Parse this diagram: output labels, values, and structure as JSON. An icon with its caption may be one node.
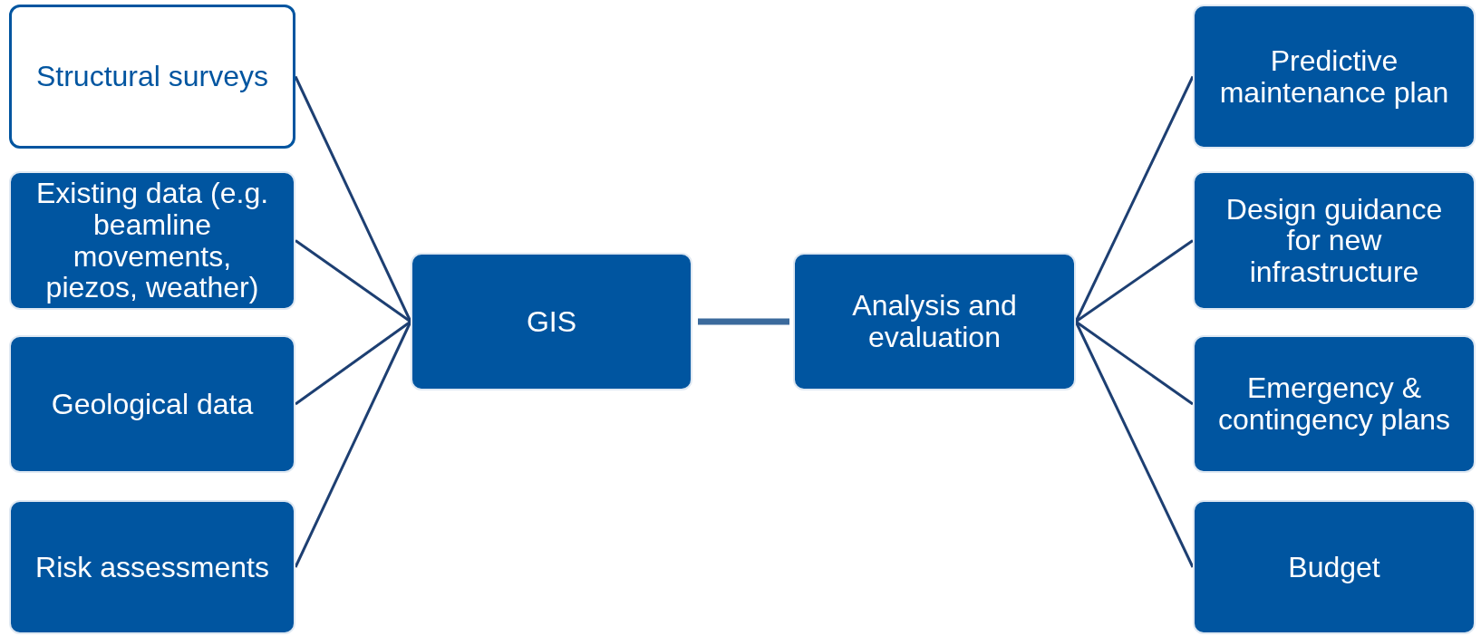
{
  "diagram": {
    "nodes": [
      {
        "text": [
          "Structural surveys"
        ]
      },
      {
        "text": [
          "Existing data (e.g. beamline movements, piezos, weather)"
        ]
      },
      {
        "text": [
          "Geological data"
        ]
      },
      {
        "text": [
          "Risk assessments"
        ]
      },
      {
        "text": [
          "GIS"
        ]
      },
      {
        "text": [
          "Analysis and evaluation"
        ]
      },
      {
        "text": [
          "Predictive maintenance plan"
        ]
      },
      {
        "text": [
          "Design guidance for new infrastructure"
        ]
      },
      {
        "text": [
          "Emergency & contingency plans"
        ]
      },
      {
        "text": [
          "Budget"
        ]
      }
    ],
    "edges": [
      {
        "from": 0,
        "to": 4,
        "arrow": "none"
      },
      {
        "from": 1,
        "to": 4,
        "arrow": "none"
      },
      {
        "from": 2,
        "to": 4,
        "arrow": "none"
      },
      {
        "from": 3,
        "to": 4,
        "arrow": "none"
      },
      {
        "from": 4,
        "to": 5,
        "arrow": "none",
        "style": "thick",
        "color": "#3b6a9c"
      },
      {
        "from": 5,
        "to": 6,
        "arrow": "none"
      },
      {
        "from": 5,
        "to": 7,
        "arrow": "none"
      },
      {
        "from": 5,
        "to": 8,
        "arrow": "none"
      },
      {
        "from": 5,
        "to": 9,
        "arrow": "none"
      }
    ]
  }
}
